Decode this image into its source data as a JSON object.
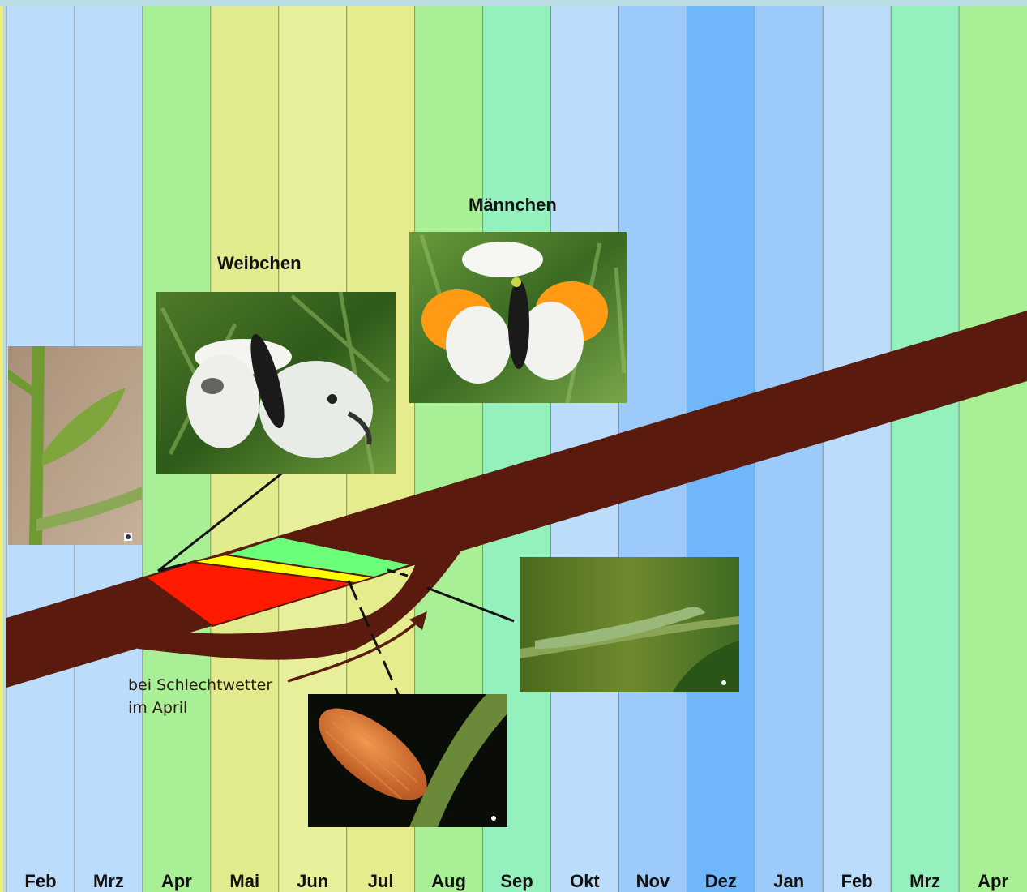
{
  "months": [
    {
      "label": "Feb",
      "color": "#bcdcfc"
    },
    {
      "label": "Mrz",
      "color": "#bcdcfc"
    },
    {
      "label": "Apr",
      "color": "#a9ef96"
    },
    {
      "label": "Mai",
      "color": "#e2ec8e"
    },
    {
      "label": "Jun",
      "color": "#e8ef9a"
    },
    {
      "label": "Jul",
      "color": "#e4ec8e"
    },
    {
      "label": "Aug",
      "color": "#a9ef96"
    },
    {
      "label": "Sep",
      "color": "#94f0bd"
    },
    {
      "label": "Okt",
      "color": "#bcdcfc"
    },
    {
      "label": "Nov",
      "color": "#9ccbfb"
    },
    {
      "label": "Dez",
      "color": "#70b6fb"
    },
    {
      "label": "Jan",
      "color": "#9ccbfb"
    },
    {
      "label": "Feb",
      "color": "#bcdcfc"
    },
    {
      "label": "Mrz",
      "color": "#94f0bd"
    },
    {
      "label": "Apr",
      "color": "#a9ef96"
    }
  ],
  "labels": {
    "female": "Weibchen",
    "male": "Männchen",
    "bad_weather_line1": "bei Schlechtwetter",
    "bad_weather_line2": "im April"
  },
  "colors": {
    "band": "#5a1a0e",
    "stage_red": "#ff1a00",
    "stage_yellow": "#ffff00",
    "stage_green": "#6bff7a",
    "top_strip": "#b9dde3"
  },
  "photos": {
    "host_plant": "host-plant-photo",
    "female_butterfly": "female-butterfly-photo",
    "male_butterfly": "male-butterfly-photo",
    "caterpillar": "caterpillar-photo",
    "egg": "egg-photo"
  }
}
